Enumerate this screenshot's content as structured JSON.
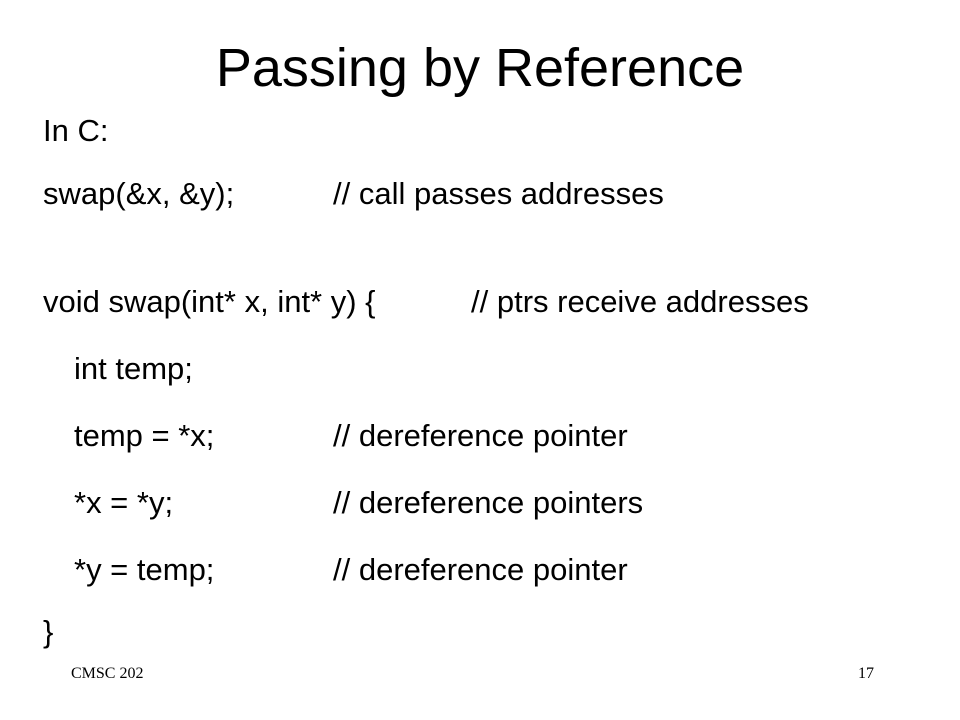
{
  "slide": {
    "title": "Passing by Reference",
    "lines": [
      {
        "code": "In C:",
        "comment": ""
      },
      {
        "code": "swap(&x, &y);",
        "comment": "// call passes addresses"
      },
      {
        "code": "void swap(int* x, int* y) {",
        "comment": "// ptrs receive addresses"
      },
      {
        "code": "int temp;",
        "comment": ""
      },
      {
        "code": "temp = *x;",
        "comment": "// dereference pointer"
      },
      {
        "code": "*x = *y;",
        "comment": "// dereference pointers"
      },
      {
        "code": "*y = temp;",
        "comment": "// dereference pointer"
      },
      {
        "code": "}",
        "comment": ""
      }
    ],
    "footer": {
      "course": "CMSC 202",
      "page_number": "17"
    }
  }
}
